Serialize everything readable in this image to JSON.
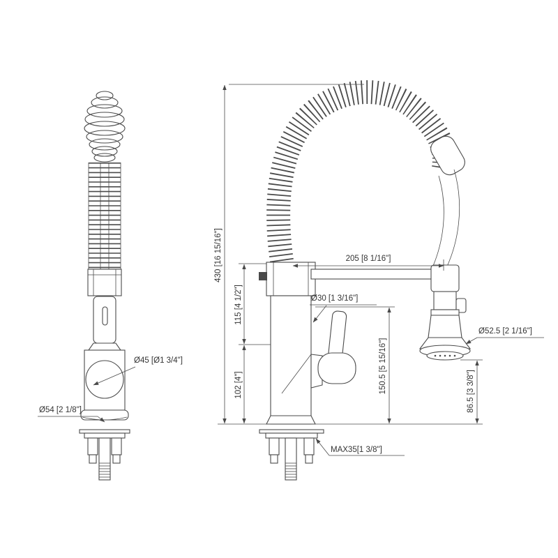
{
  "drawing": {
    "labels": {
      "total_height": "430 [16 15/16\"]",
      "spout_height": "115 [4 1/2\"]",
      "body_height": "102 [4\"]",
      "spout_reach": "205 [8 1/16\"]",
      "body_diameter": "Ø30 [1 3/16\"]",
      "spray_clearance": "150.5 [5 15/16\"]",
      "spray_diameter": "Ø52.5 [2 1/16\"]",
      "spray_head_height": "86.5 [3 3/8\"]",
      "max_deck_thickness": "MAX35[1 3/8\"]",
      "front_body_diameter": "Ø45 [Ø1 3/4\"]",
      "base_diameter": "Ø54 [2 1/8\"]"
    },
    "colors": {
      "line": "#4a4a4a",
      "text": "#333333",
      "background": "#ffffff"
    }
  }
}
